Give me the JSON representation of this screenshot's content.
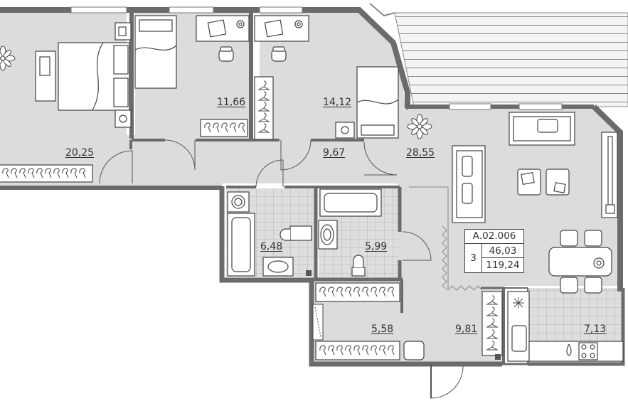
{
  "apartment": {
    "code": "А.02.006",
    "rooms": "3",
    "living_area": "46,03",
    "total_area": "119,24"
  },
  "rooms": {
    "bedroom_master": "20,25",
    "bedroom_small": "11,66",
    "bedroom_mid": "14,12",
    "corridor": "9,67",
    "living_room": "28,55",
    "bathroom_left": "6,48",
    "bathroom_right": "5,99",
    "hall": "5,58",
    "wardrobe": "9,81",
    "kitchen": "7,13"
  },
  "colors": {
    "wall": "#6b6b6b",
    "floor": "#dcdcdc",
    "tile": "#d3d3d3",
    "line": "#555555",
    "balcony": "#bdbdbd"
  },
  "icons": [
    "plant-icon",
    "bed-icon",
    "desk-icon",
    "chair-icon",
    "sofa-icon",
    "sink-icon",
    "bathtub-icon",
    "toilet-icon",
    "stove-icon",
    "dining-table-icon",
    "hanger-icon",
    "washing-machine-icon"
  ]
}
